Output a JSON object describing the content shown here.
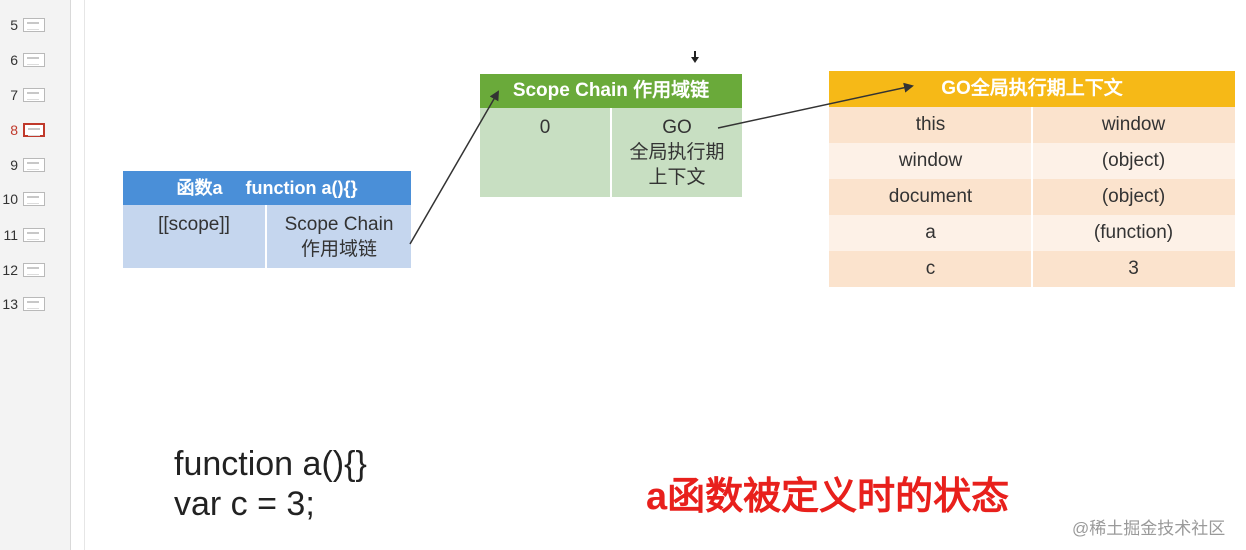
{
  "sidebar": {
    "slides": [
      {
        "num": "5"
      },
      {
        "num": "6"
      },
      {
        "num": "7"
      },
      {
        "num": "8",
        "active": true
      },
      {
        "num": "9"
      },
      {
        "num": "10"
      },
      {
        "num": "11"
      },
      {
        "num": "12"
      },
      {
        "num": "13"
      }
    ]
  },
  "function_box": {
    "title": "函数a　 function a(){}",
    "key": "[[scope]]",
    "value_line1": "Scope Chain",
    "value_line2": "作用域链"
  },
  "scope_chain_box": {
    "title": "Scope Chain 作用域链",
    "index": "0",
    "value_line1": "GO",
    "value_line2": "全局执行期",
    "value_line3": "上下文"
  },
  "go_table": {
    "title": "GO全局执行期上下文",
    "rows": [
      {
        "key": "this",
        "value": "window"
      },
      {
        "key": "window",
        "value": "(object)"
      },
      {
        "key": "document",
        "value": "(object)"
      },
      {
        "key": "a",
        "value": "(function)"
      },
      {
        "key": "c",
        "value": "3"
      }
    ]
  },
  "code": {
    "line1": "function a(){}",
    "line2": "var c = 3;"
  },
  "caption": "a函数被定义时的状态",
  "watermark": "@稀土掘金技术社区",
  "colors": {
    "function_header": "#4a8fd8",
    "scope_header": "#6aaa3a",
    "go_header": "#f6b917",
    "caption": "#e8201c"
  }
}
